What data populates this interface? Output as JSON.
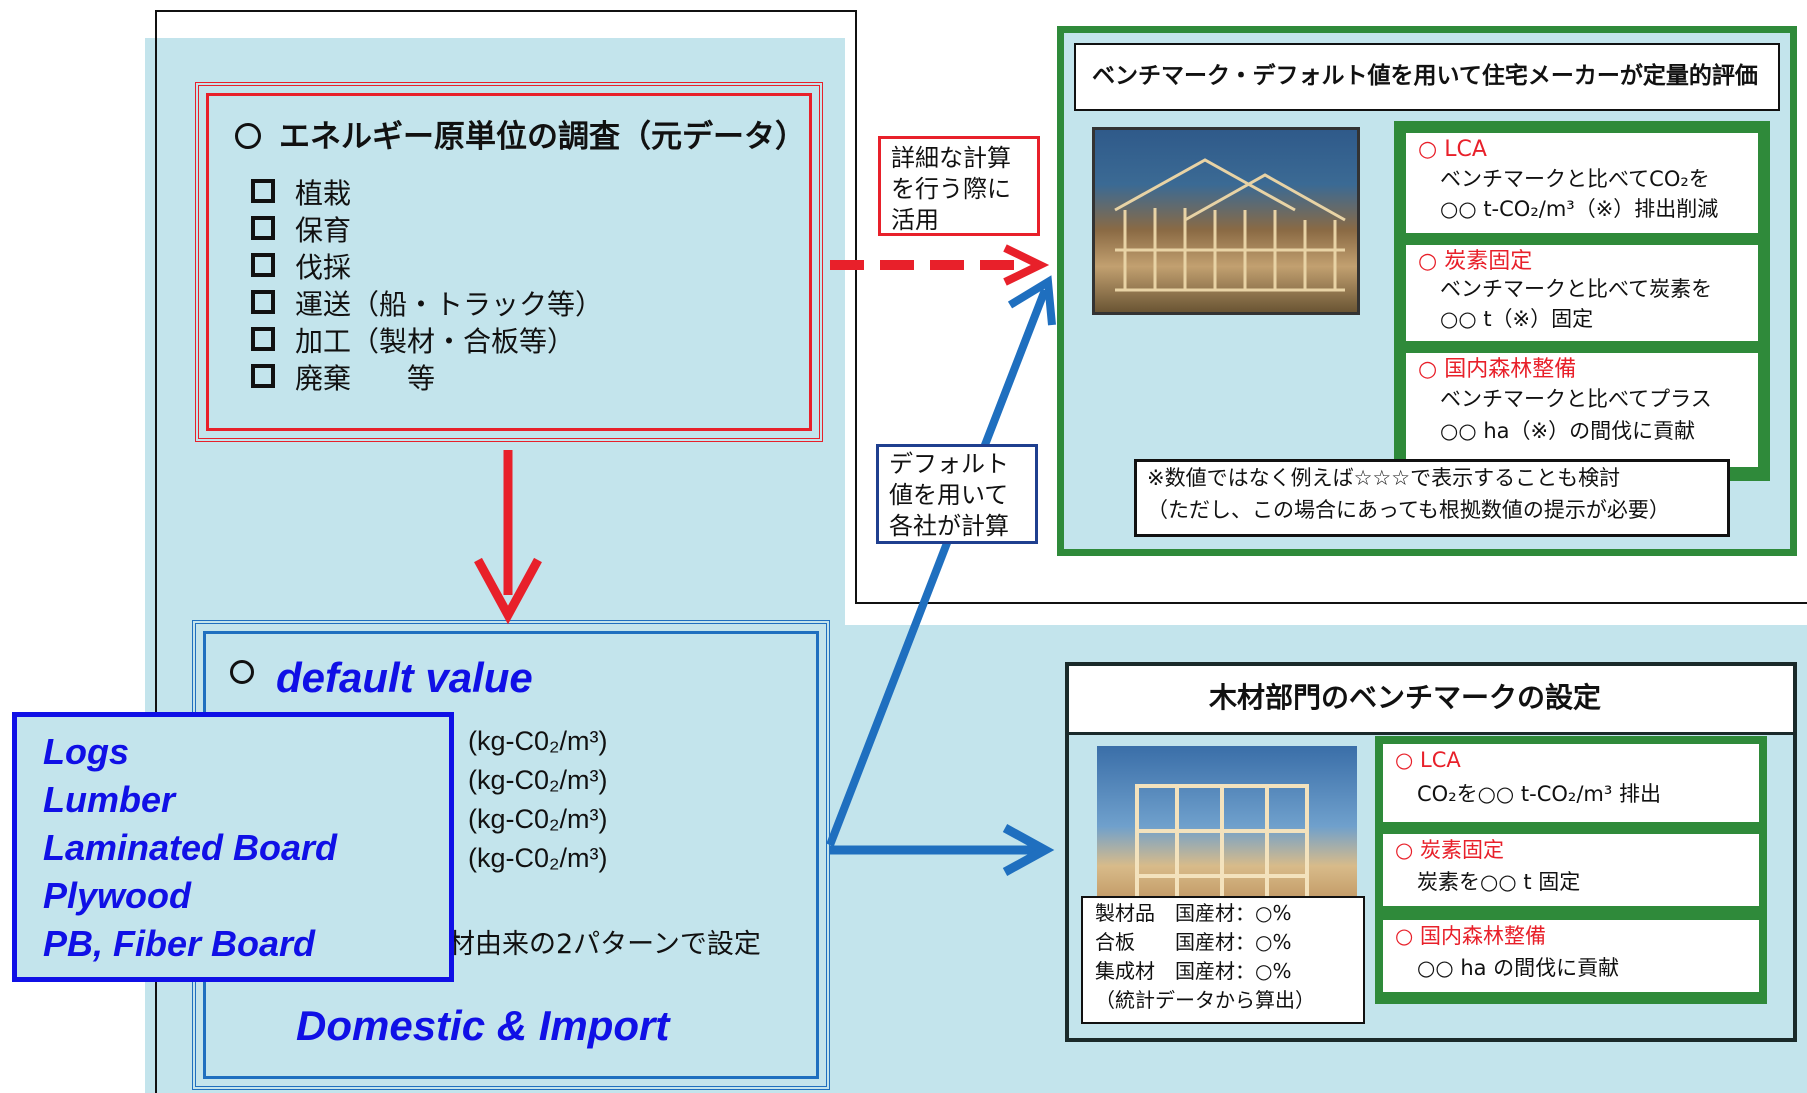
{
  "energy_survey": {
    "title": "エネルギー原単位の調査（元データ）",
    "items": [
      "植栽",
      "保育",
      "伐採",
      "運送（船・トラック等）",
      "加工（製材・合板等）",
      "廃棄　　等"
    ]
  },
  "default_value": {
    "title": "default value",
    "units": [
      "(kg-C0₂/m³)",
      "(kg-C0₂/m³)",
      "(kg-C0₂/m³)",
      "(kg-C0₂/m³)"
    ],
    "partial_text": "材由来の2パターンで設定",
    "footer": "Domestic & Import",
    "product_list": [
      "Logs",
      "Lumber",
      "Laminated Board",
      "Plywood",
      "PB, Fiber Board"
    ]
  },
  "arrow_labels": {
    "detailed_calc": "詳細な計算を行う際に活用",
    "default_calc": "デフォルト値を用いて各社が計算"
  },
  "evaluation_panel": {
    "title": "ベンチマーク・デフォルト値を用いて住宅メーカーが定量的評価",
    "cards": [
      {
        "heading": "LCA",
        "lines": [
          "ベンチマークと比べてCO₂を",
          "○○ t-CO₂/m³（※）排出削減"
        ]
      },
      {
        "heading": "炭素固定",
        "lines": [
          "ベンチマークと比べて炭素を",
          "○○ t（※）固定"
        ]
      },
      {
        "heading": "国内森林整備",
        "lines": [
          "ベンチマークと比べてプラス",
          "○○ ha（※）の間伐に貢献"
        ]
      }
    ],
    "note": [
      "※数値ではなく例えば☆☆☆で表示することも検討",
      "（ただし、この場合にあっても根拠数値の提示が必要）"
    ]
  },
  "benchmark_panel": {
    "title": "木材部門のベンチマークの設定",
    "cards": [
      {
        "heading": "LCA",
        "lines": [
          "CO₂を○○ t-CO₂/m³ 排出"
        ]
      },
      {
        "heading": "炭素固定",
        "lines": [
          "炭素を○○ t 固定"
        ]
      },
      {
        "heading": "国内森林整備",
        "lines": [
          "○○ ha の間伐に貢献"
        ]
      }
    ],
    "stats": [
      "製材品　国産材：○%",
      "合板　　国産材：○%",
      "集成材　国産材：○%",
      "（統計データから算出）"
    ]
  },
  "colors": {
    "red": "#e8202a",
    "blue": "#1f6fbf",
    "green": "#2f8a3a",
    "navy_text": "#1010e6",
    "card_red_text": "#e8202a"
  }
}
